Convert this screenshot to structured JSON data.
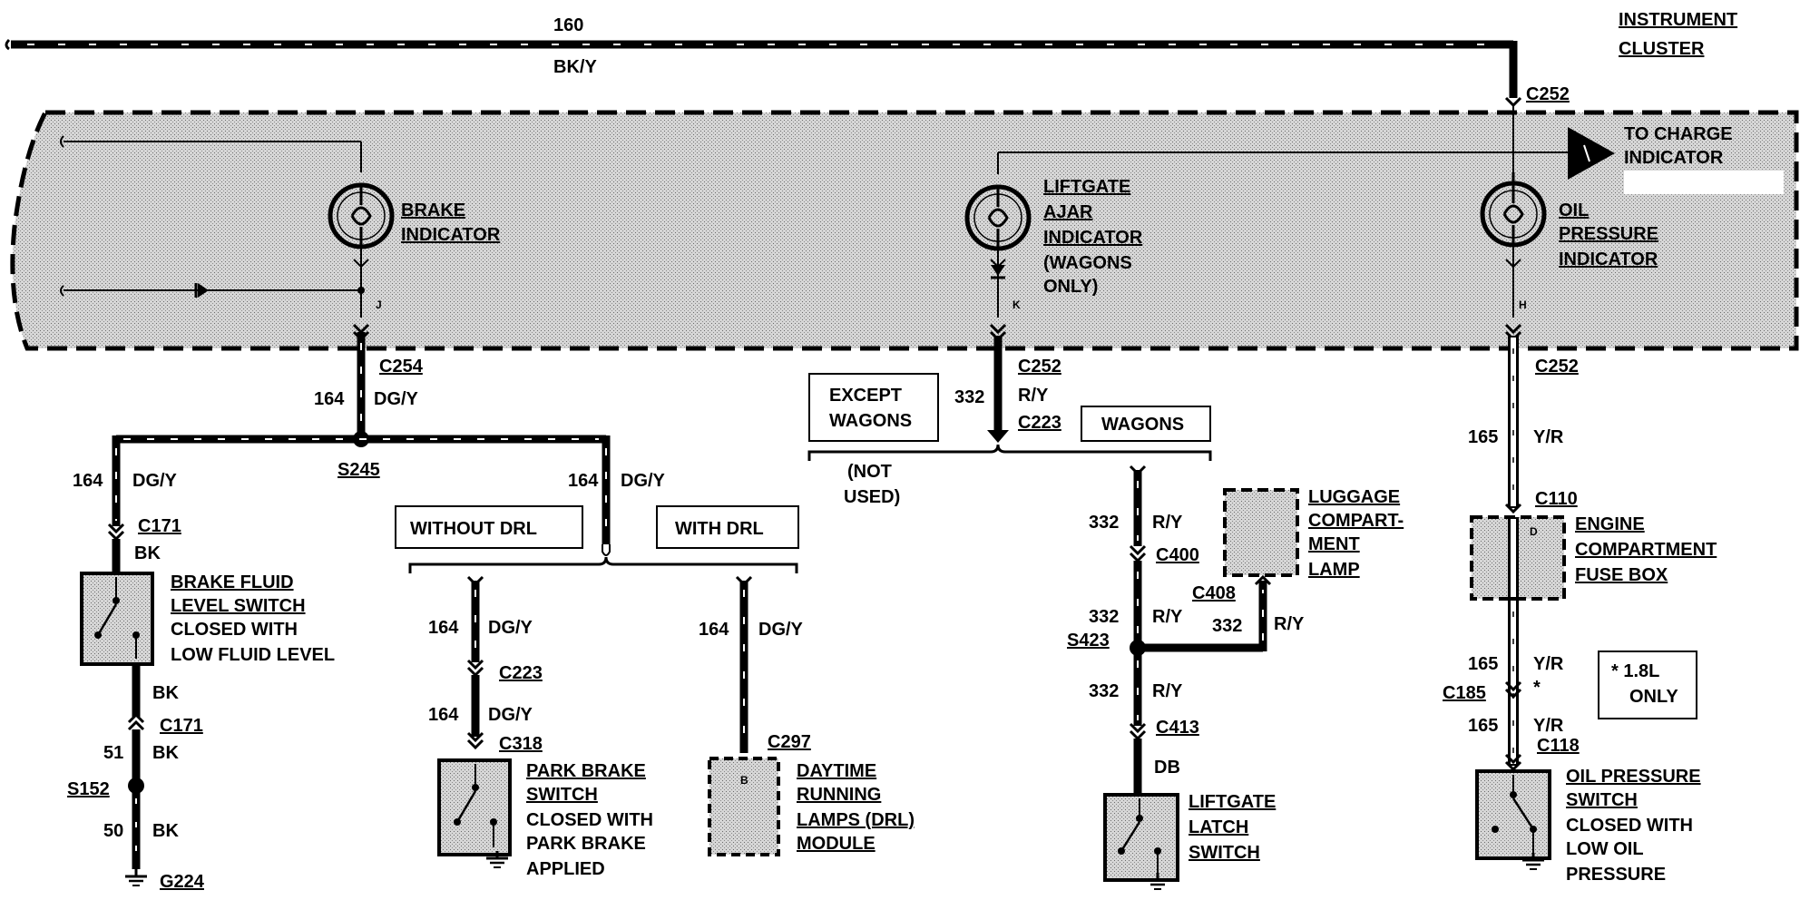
{
  "colors": {
    "ink": "#000000",
    "shade": "#c8c8c8",
    "paper": "#ffffff"
  },
  "top_wire": {
    "circuit": "160",
    "color": "BK/Y"
  },
  "cluster": {
    "title_line1": "INSTRUMENT",
    "title_line2": "CLUSTER",
    "connector_top": "C252",
    "charge_l1": "TO CHARGE",
    "charge_l2": "INDICATOR",
    "charge_icon": "triangle-arrow-icon",
    "pins": {
      "j": "J",
      "k": "K",
      "h": "H"
    }
  },
  "brake_indicator": {
    "l1": "BRAKE",
    "l2": "INDICATOR"
  },
  "liftgate_indicator": {
    "l1": "LIFTGATE",
    "l2": "AJAR",
    "l3": "INDICATOR",
    "l4": "(WAGONS",
    "l5": "ONLY)"
  },
  "oil_indicator": {
    "l1": "OIL",
    "l2": "PRESSURE",
    "l3": "INDICATOR"
  },
  "left_branch": {
    "c254": "C254",
    "w164": "164",
    "dgy": "DG/Y",
    "s245": "S245",
    "w164b": "164",
    "dgyb": "DG/Y",
    "c171": "C171",
    "bk": "BK",
    "switch_l1": "BRAKE FLUID",
    "switch_l2": "LEVEL SWITCH",
    "switch_l3": "CLOSED WITH",
    "switch_l4": "LOW FLUID LEVEL",
    "bk2": "BK",
    "c171b": "C171",
    "w51": "51",
    "bk3": "BK",
    "s152": "S152",
    "w50": "50",
    "bk4": "BK",
    "g224": "G224"
  },
  "mid_branch": {
    "w164": "164",
    "dgy": "DG/Y",
    "without_drl": "WITHOUT DRL",
    "with_drl": "WITH DRL",
    "a164": "164",
    "adgy": "DG/Y",
    "c223": "C223",
    "b164": "164",
    "bdgy": "DG/Y",
    "c318": "C318",
    "park_l1": "PARK BRAKE",
    "park_l2": "SWITCH",
    "park_l3": "CLOSED WITH",
    "park_l4": "PARK BRAKE",
    "park_l5": "APPLIED",
    "d164": "164",
    "ddgy": "DG/Y",
    "c297": "C297",
    "pin_b": "B",
    "drl_l1": "DAYTIME",
    "drl_l2": "RUNNING",
    "drl_l3": "LAMPS (DRL)",
    "drl_l4": "MODULE"
  },
  "liftgate_branch": {
    "c252": "C252",
    "w332": "332",
    "ry": "R/Y",
    "c223": "C223",
    "except_l1": "EXCEPT",
    "except_l2": "WAGONS",
    "wagons": "WAGONS",
    "notused_l1": "(NOT",
    "notused_l2": "USED)",
    "a332": "332",
    "ary": "R/Y",
    "c400": "C400",
    "b332": "332",
    "bry": "R/Y",
    "s423": "S423",
    "c408": "C408",
    "c332": "332",
    "cry": "R/Y",
    "lug_l1": "LUGGAGE",
    "lug_l2": "COMPART-",
    "lug_l3": "MENT",
    "lug_l4": "LAMP",
    "d332": "332",
    "dry": "R/Y",
    "c413": "C413",
    "db": "DB",
    "latch_l1": "LIFTGATE",
    "latch_l2": "LATCH",
    "latch_l3": "SWITCH"
  },
  "oil_branch": {
    "c252": "C252",
    "w165": "165",
    "yr": "Y/R",
    "c110": "C110",
    "pin_d": "D",
    "fuse_l1": "ENGINE",
    "fuse_l2": "COMPARTMENT",
    "fuse_l3": "FUSE BOX",
    "a165": "165",
    "ayr": "Y/R",
    "c185": "C185",
    "star": "*",
    "note_l1": "* 1.8L",
    "note_l2": "ONLY",
    "b165": "165",
    "byr": "Y/R",
    "c118": "C118",
    "sw_l1": "OIL PRESSURE",
    "sw_l2": "SWITCH",
    "sw_l3": "CLOSED WITH",
    "sw_l4": "LOW OIL",
    "sw_l5": "PRESSURE"
  }
}
